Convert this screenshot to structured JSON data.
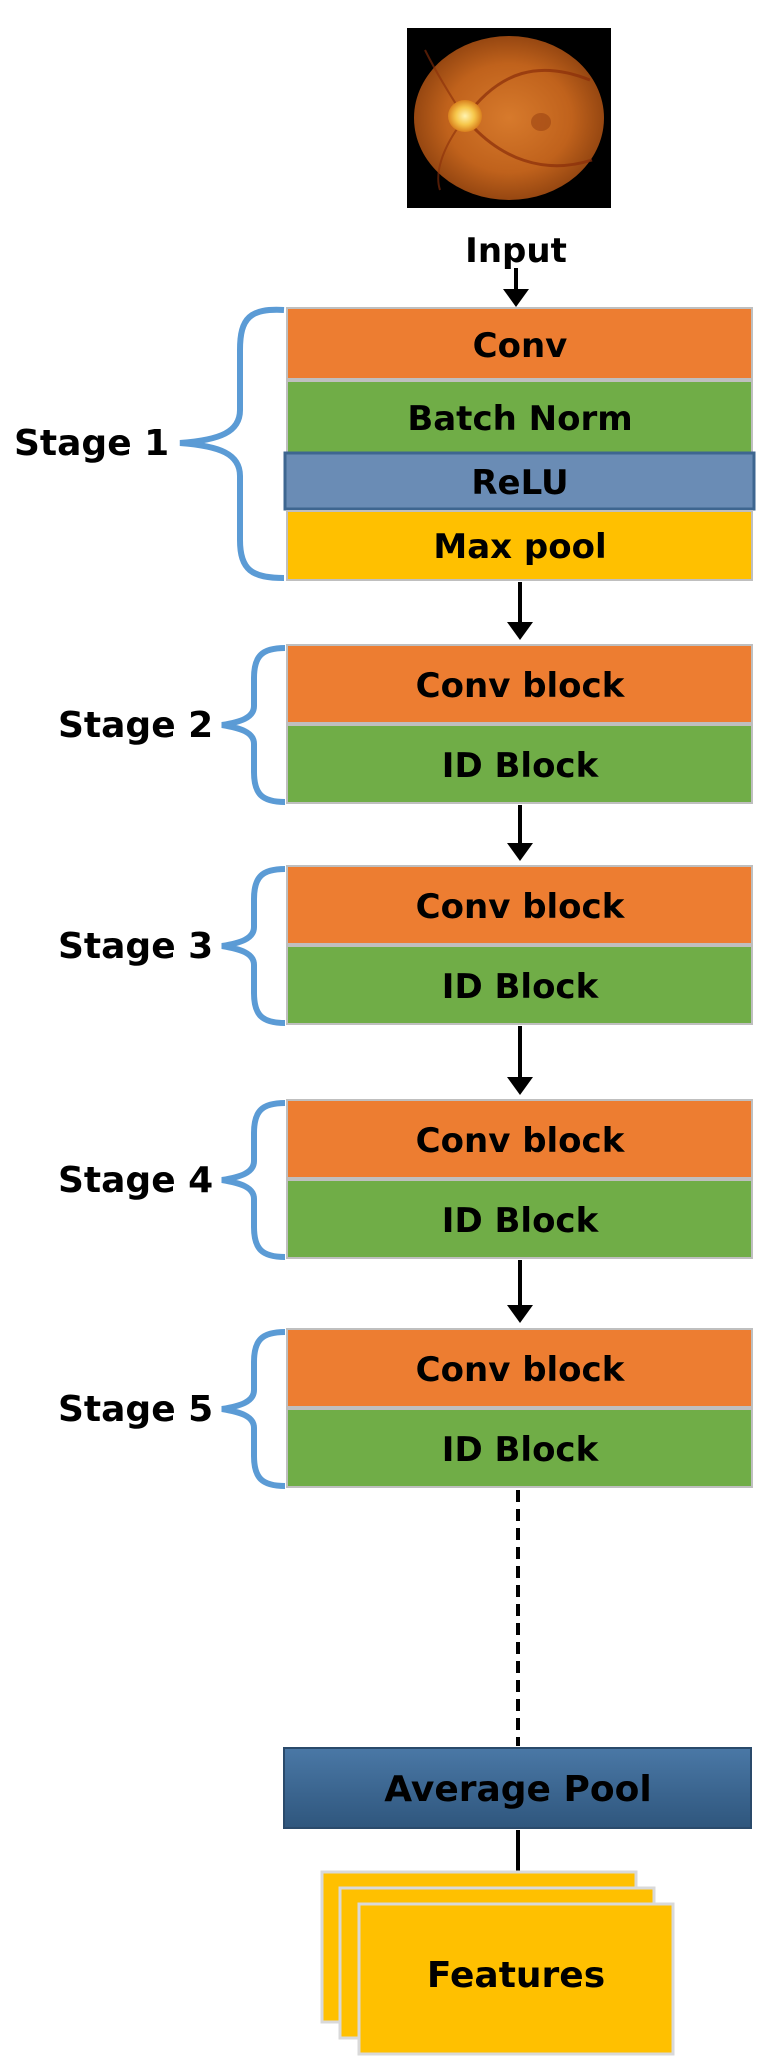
{
  "input_label": "Input",
  "stage1": {
    "label": "Stage 1",
    "blocks": [
      {
        "label": "Conv",
        "color": "#ED7D31"
      },
      {
        "label": "Batch Norm",
        "color": "#70AD47"
      },
      {
        "label": "ReLU",
        "color": "#6A8CB5"
      },
      {
        "label": "Max pool",
        "color": "#FFC000"
      }
    ]
  },
  "stages": [
    {
      "label": "Stage 2",
      "conv": "Conv block",
      "id": "ID Block"
    },
    {
      "label": "Stage 3",
      "conv": "Conv block",
      "id": "ID Block"
    },
    {
      "label": "Stage 4",
      "conv": "Conv block",
      "id": "ID Block"
    },
    {
      "label": "Stage 5",
      "conv": "Conv block",
      "id": "ID Block"
    }
  ],
  "avg_pool": {
    "label": "Average Pool",
    "color": "#3E6690"
  },
  "features": {
    "label": "Features",
    "color": "#FFC000"
  },
  "colors": {
    "conv": "#ED7D31",
    "id_block": "#70AD47",
    "brace": "#5B9BD5",
    "block_border": "#BFBFBF",
    "arrow": "#000000"
  },
  "icons": {
    "input_image": "retinal-fundus-image"
  }
}
